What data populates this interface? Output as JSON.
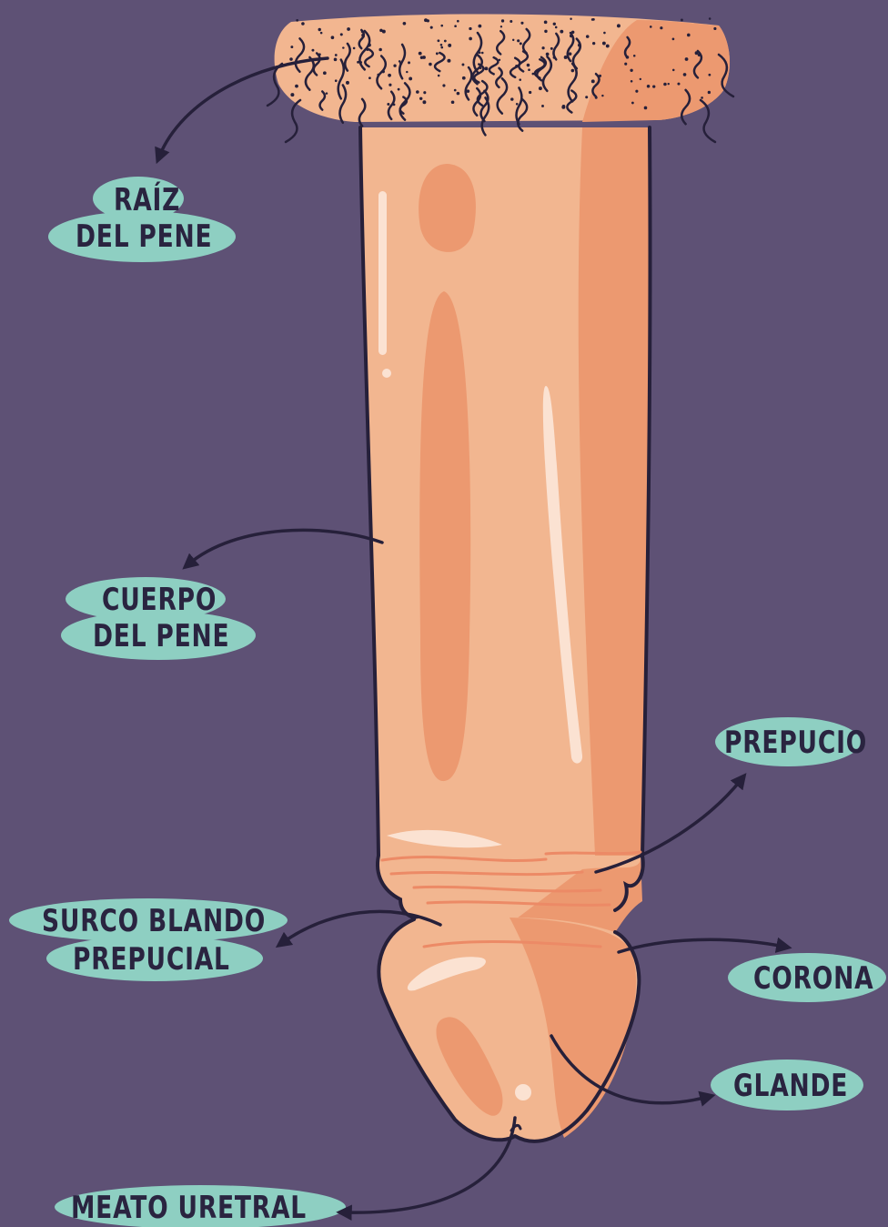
{
  "diagram": {
    "colors": {
      "background": "#5e5175",
      "label_blob": "#8ecfc2",
      "label_text": "#2a2440",
      "skin_base": "#f2b690",
      "skin_shade": "#ec9970",
      "skin_highlight": "#fbe2d2",
      "outline": "#26203a"
    },
    "labels": {
      "raiz_line1": "RAÍZ",
      "raiz_line2": "DEL PENE",
      "cuerpo_line1": "CUERPO",
      "cuerpo_line2": "DEL PENE",
      "prepucio": "PREPUCIO",
      "surco_line1": "SURCO BLANDO",
      "surco_line2": "PREPUCIAL",
      "corona": "CORONA",
      "glande": "GLANDE",
      "meato": "MEATO URETRAL"
    }
  }
}
